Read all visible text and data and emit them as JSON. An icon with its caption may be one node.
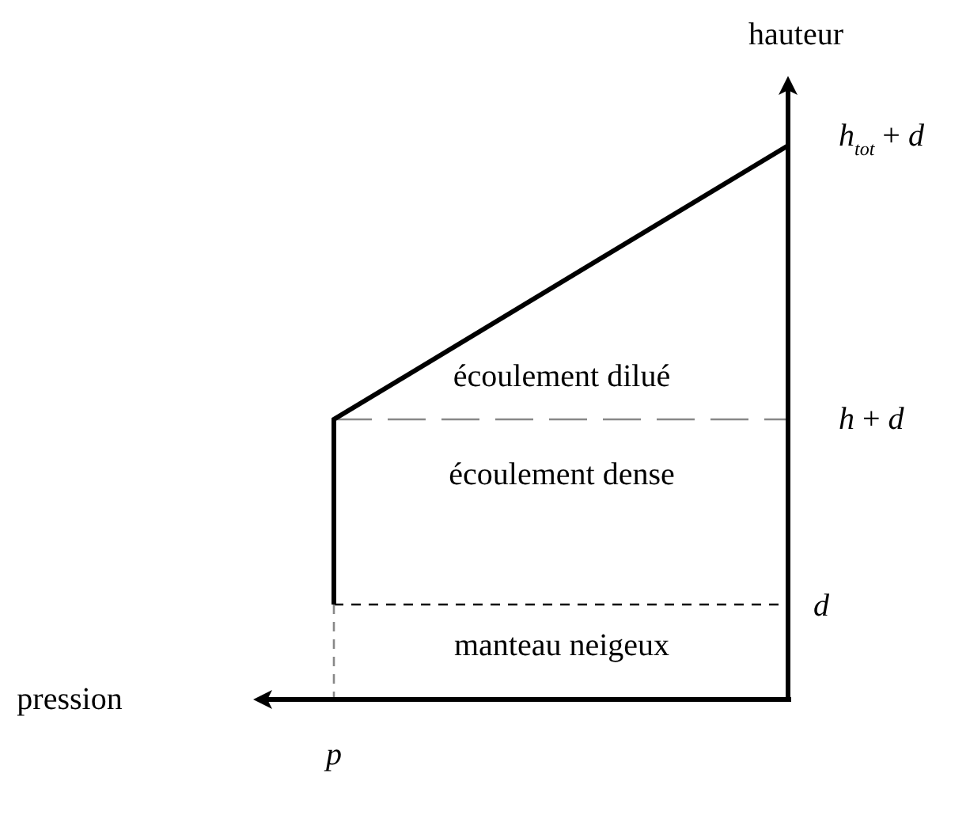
{
  "diagram": {
    "labels": [
      "hauteur",
      "*h*$_{tot}$ + *d*",
      "écoulement dilué",
      "*h* + *d*",
      "écoulement dense",
      "d",
      "manteau neigeux",
      "pression",
      "p"
    ]
  }
}
